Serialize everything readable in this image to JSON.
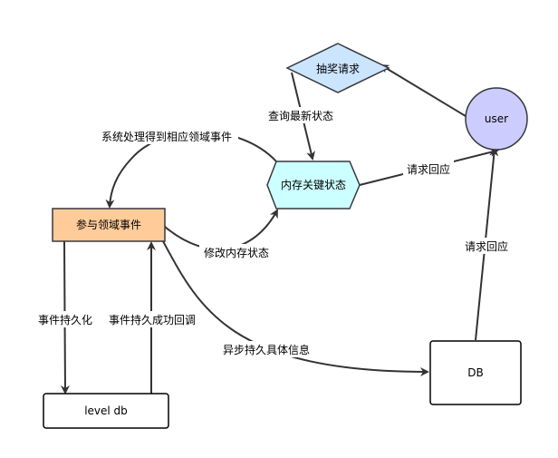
{
  "nodes": {
    "lottery_request": {
      "label": "抽奖请求",
      "fill": "#cce5ff",
      "stroke": "#36393d"
    },
    "user": {
      "label": "user",
      "fill": "#ccccff",
      "stroke": "#36393d"
    },
    "memory_state": {
      "label": "内存关键状态",
      "fill": "#ccffff",
      "stroke": "#36393d"
    },
    "domain_event": {
      "label": "参与领域事件",
      "fill": "#ffcc99",
      "stroke": "#36393d"
    },
    "level_db": {
      "label": "level db",
      "fill": "#ffffff",
      "stroke": "#000000"
    },
    "db": {
      "label": "DB",
      "fill": "#ffffff",
      "stroke": "#000000"
    }
  },
  "edges": {
    "query_state": "查询最新状态",
    "system_process": "系统处理得到相应领域事件",
    "request_reply_1": "请求回应",
    "modify_state": "修改内存状态",
    "persist": "事件持久化",
    "persist_callback": "事件持久成功回调",
    "async_persist": "异步持久具体信息",
    "request_reply_2": "请求回应"
  },
  "colors": {
    "edge": "#333333"
  }
}
